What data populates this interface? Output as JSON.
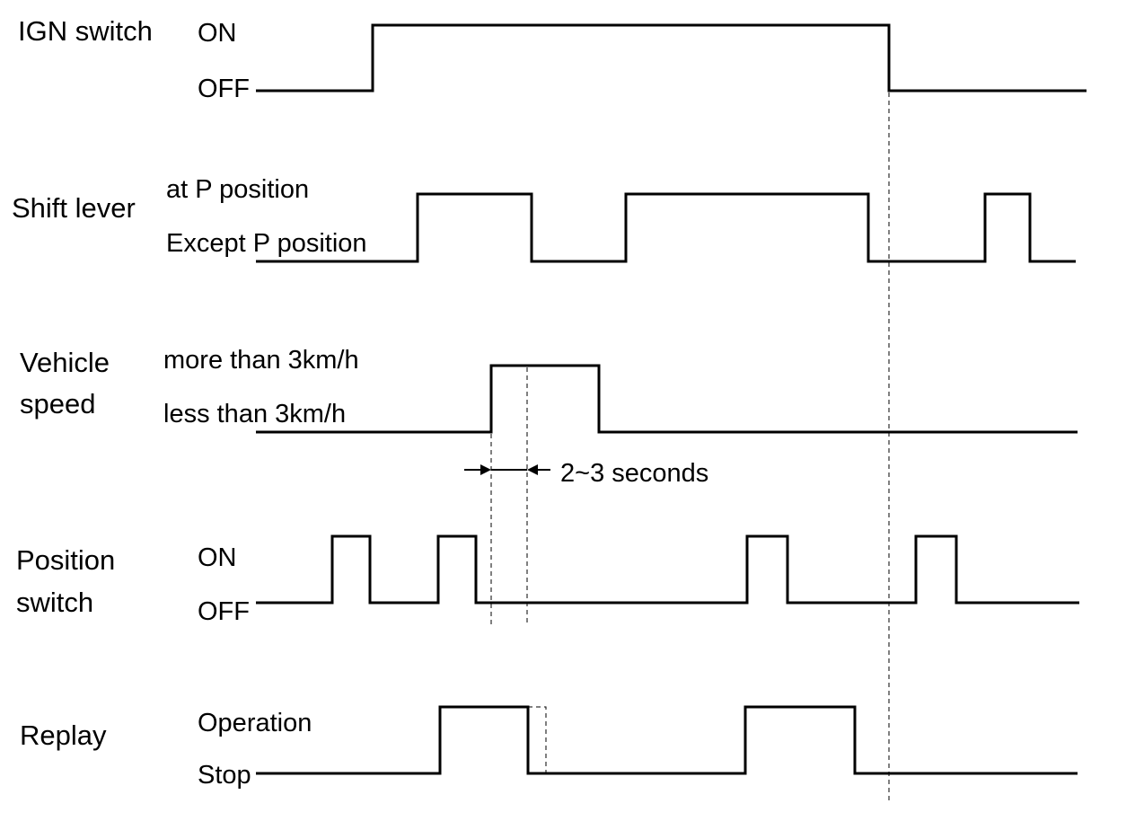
{
  "signals": {
    "ign": {
      "title": "IGN switch",
      "high": "ON",
      "low": "OFF"
    },
    "shift": {
      "title": "Shift lever",
      "high": "at P position",
      "low": "Except P position"
    },
    "speed": {
      "title_line1": "Vehicle",
      "title_line2": "speed",
      "high": "more than 3km/h",
      "low": "less than 3km/h"
    },
    "position": {
      "title_line1": "Position",
      "title_line2": "switch",
      "high": "ON",
      "low": "OFF"
    },
    "relay": {
      "title": "Replay",
      "high": "Operation",
      "low": "Stop"
    }
  },
  "annotations": {
    "delay": "2~3 seconds"
  }
}
